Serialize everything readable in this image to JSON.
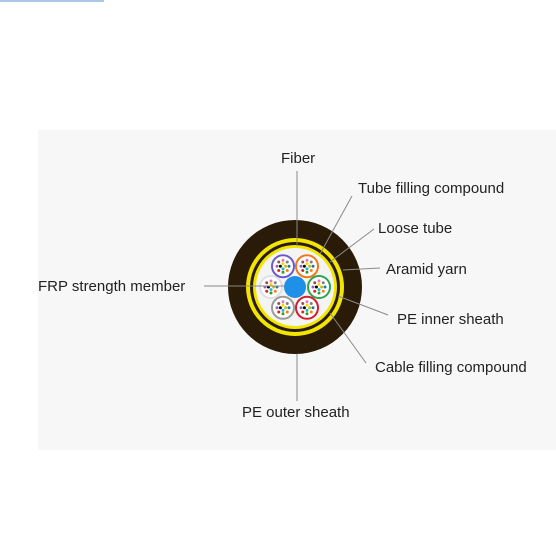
{
  "diagram": {
    "labels": {
      "fiber": "Fiber",
      "tube_filling_compound": "Tube filling compound",
      "loose_tube": "Loose tube",
      "aramid_yarn": "Aramid yarn",
      "frp_strength_member": "FRP strength member",
      "pe_inner_sheath": "PE inner sheath",
      "cable_filling_compound": "Cable filling compound",
      "pe_outer_sheath": "PE outer sheath"
    },
    "colors": {
      "outer_sheath": "#2a1b08",
      "aramid_yarn": "#f2e600",
      "inner_sheath": "#2a1b08",
      "core_background": "#f4f4f4",
      "strength_member": "#1e90e8",
      "leader_line": "#8a8a8a"
    },
    "loose_tube_colors": [
      "#6a5acd",
      "#f07818",
      "#2ea44f",
      "#d81c2c",
      "#9a9a9a",
      "#e0e0e0"
    ]
  }
}
